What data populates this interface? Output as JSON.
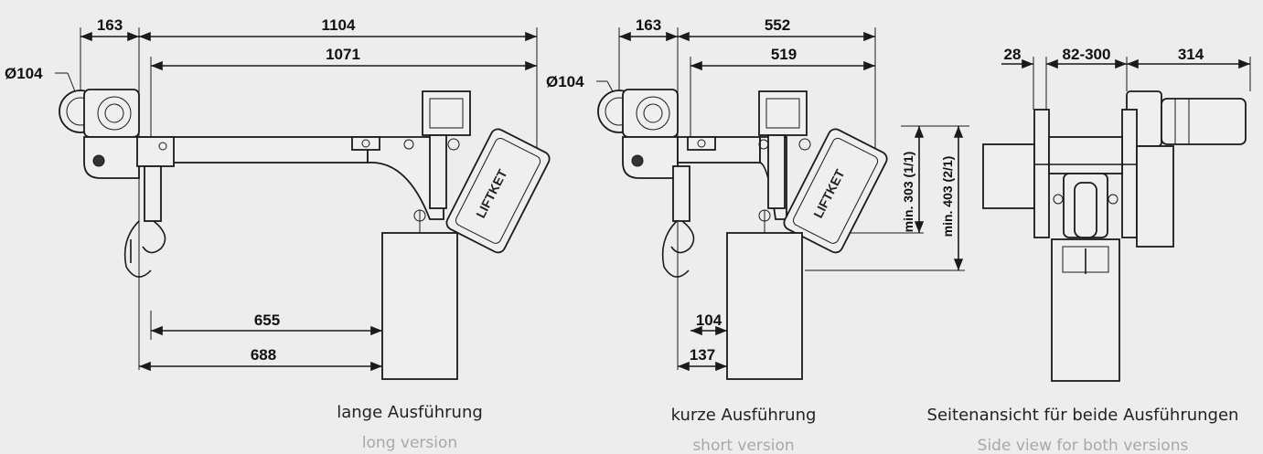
{
  "long_version": {
    "dim_163": "163",
    "dim_1104": "1104",
    "dim_1071": "1071",
    "dim_dia": "Ø104",
    "dim_655": "655",
    "dim_688": "688",
    "brand": "LIFTKET",
    "caption_de": "lange Ausführung",
    "caption_en": "long version"
  },
  "short_version": {
    "dim_163": "163",
    "dim_552": "552",
    "dim_519": "519",
    "dim_dia": "Ø104",
    "dim_104": "104",
    "dim_137": "137",
    "dim_303": "min. 303 (1/1)",
    "dim_403": "min. 403 (2/1)",
    "brand": "LIFTKET",
    "caption_de": "kurze Ausführung",
    "caption_en": "short version"
  },
  "side_view": {
    "dim_28": "28",
    "dim_82_300": "82-300",
    "dim_314": "314",
    "caption_de": "Seitenansicht für beide Ausführungen",
    "caption_en": "Side view for both versions"
  }
}
